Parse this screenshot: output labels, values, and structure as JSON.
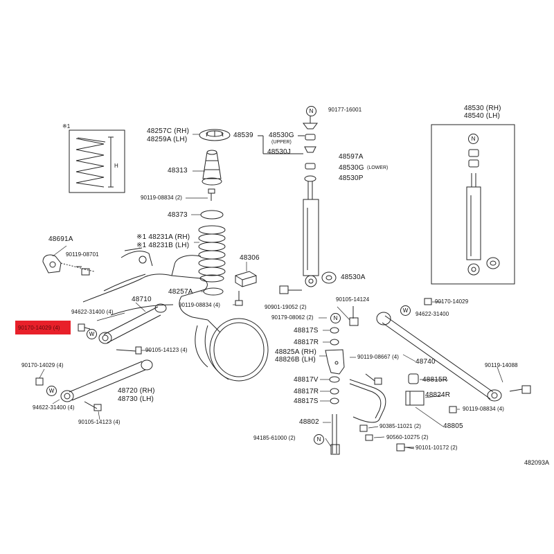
{
  "diagram_id": "482093A",
  "note_mark": "※1",
  "symbols": {
    "n": "N",
    "w": "W",
    "h": "H"
  },
  "labels": {
    "p90177_16001": "90177-16001",
    "p48539": "48539",
    "p48530G_upper": "48530G",
    "upper": "(UPPER)",
    "p48530J": "48530J",
    "p48597A": "48597A",
    "p48530G_lower": "48530G",
    "lower": "(LOWER)",
    "p48530P": "48530P",
    "p48530A": "48530A",
    "p90901_19052": "90901-19052 (2)",
    "p48257C": "48257C (RH)",
    "p48259A": "48259A (LH)",
    "p48313": "48313",
    "p90119_08834_a": "90119-08834 (2)",
    "p48373": "48373",
    "p48231A": "※1 48231A (RH)",
    "p48231B": "※1 48231B (LH)",
    "p48306": "48306",
    "p48257A": "48257A",
    "p90119_08834_b": "90119-08834 (4)",
    "p48691A": "48691A",
    "p90119_08701": "90119-08701",
    "p48710": "48710",
    "p94622_31400_a": "94622-31400 (4)",
    "p90170_14029_hl": "90170-14029 (4)",
    "p90105_14123_a": "90105-14123 (4)",
    "p90170_14029_b": "90170-14029 (4)",
    "p94622_31400_b": "94622-31400 (4)",
    "p48720": "48720 (RH)",
    "p48730": "48730 (LH)",
    "p90105_14123_b": "90105-14123 (4)",
    "p90105_14124": "90105-14124",
    "p90179_08062": "90179-08062 (2)",
    "p48817S_a": "48817S",
    "p48817R_a": "48817R",
    "p48825A": "48825A (RH)",
    "p48826B": "48826B (LH)",
    "p90119_08667": "90119-08667 (4)",
    "p48817V": "48817V",
    "p48817R_b": "48817R",
    "p48817S_b": "48817S",
    "p48802": "48802",
    "p94185_61000": "94185-61000 (2)",
    "p90385_11021": "90385-11021 (2)",
    "p90560_10275": "90560-10275 (2)",
    "p48805": "48805",
    "p90101_10172": "90101-10172 (2)",
    "p48815R": "48815R",
    "p48824R": "48824R",
    "p90119_08834_c": "90119-08834 (4)",
    "p90170_14029_c": "90170-14029",
    "p94622_31400_c": "94622-31400",
    "p48740": "48740",
    "p90119_14088": "90119-14088",
    "p48530RH": "48530 (RH)",
    "p48540LH": "48540 (LH)"
  },
  "colors": {
    "highlight": "#e8202a",
    "line": "#222222"
  }
}
